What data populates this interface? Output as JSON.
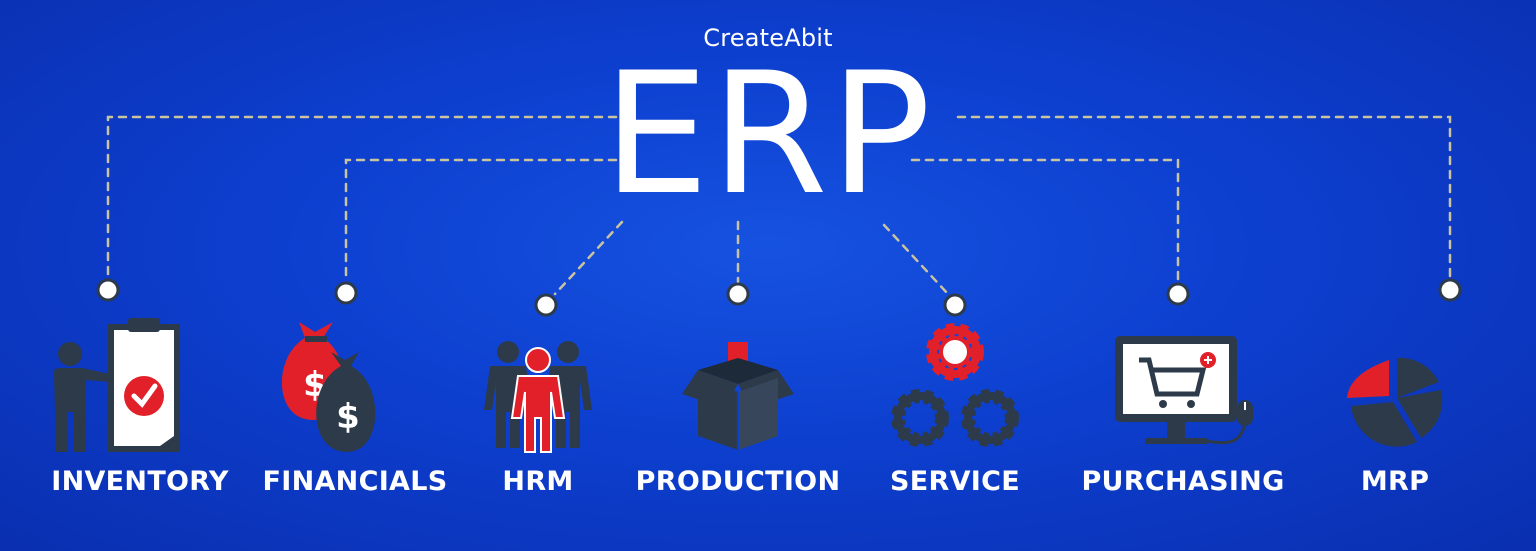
{
  "brand": "CreateAbit",
  "title": "ERP",
  "colors": {
    "background": "#0d3fcf",
    "icon_dark": "#2d3a49",
    "accent_red": "#e2202a",
    "text": "#ffffff",
    "connector": "#c9c3a0"
  },
  "modules": [
    {
      "label": "INVENTORY",
      "icon": "inventory-clipboard-icon"
    },
    {
      "label": "FINANCIALS",
      "icon": "money-bags-icon"
    },
    {
      "label": "HRM",
      "icon": "people-group-icon"
    },
    {
      "label": "PRODUCTION",
      "icon": "open-box-icon"
    },
    {
      "label": "SERVICE",
      "icon": "gears-icon"
    },
    {
      "label": "PURCHASING",
      "icon": "shopping-cart-monitor-icon"
    },
    {
      "label": "MRP",
      "icon": "pie-chart-icon"
    }
  ]
}
